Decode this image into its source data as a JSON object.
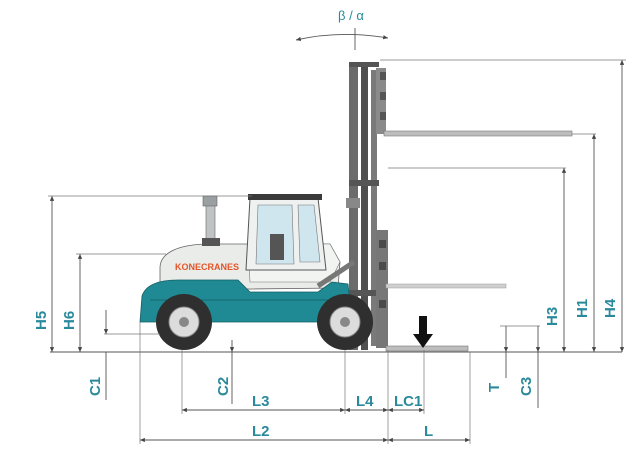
{
  "brand": "KONECRANES",
  "angle_label": "β / α",
  "dims": {
    "h1": "H1",
    "h3": "H3",
    "h4": "H4",
    "h5": "H5",
    "h6": "H6",
    "c1": "C1",
    "c2": "C2",
    "c3": "C3",
    "t": "T",
    "l": "L",
    "l2": "L2",
    "l3": "L3",
    "l4": "L4",
    "lc1": "LC1"
  },
  "colors": {
    "body": "#1f8a93",
    "cab": "#e9ece9",
    "label": "#2a8a9c",
    "logo": "#e4552a",
    "mast": "#6a6a6a"
  }
}
